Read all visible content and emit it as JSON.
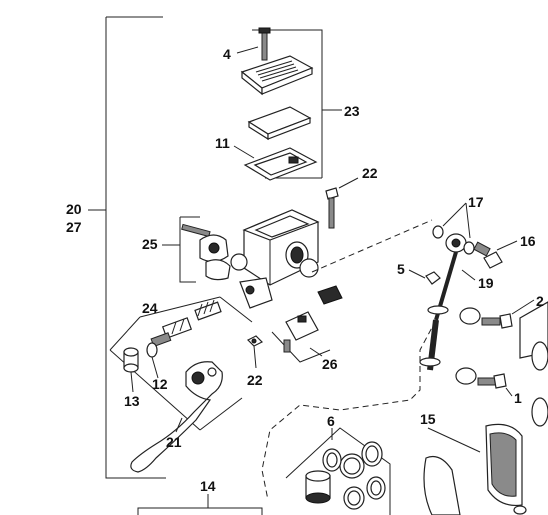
{
  "diagram": {
    "type": "exploded parts diagram",
    "title": "",
    "callouts": {
      "c4": "4",
      "c23": "23",
      "c11": "11",
      "c22a": "22",
      "c20": "20",
      "c27": "27",
      "c25": "25",
      "c17": "17",
      "c16": "16",
      "c5": "5",
      "c19": "19",
      "c2": "2",
      "c24": "24",
      "c26": "26",
      "c22b": "22",
      "c13": "13",
      "c12": "12",
      "c21": "21",
      "c1": "1",
      "c6": "6",
      "c15": "15",
      "c14": "14"
    },
    "icons": {
      "reservoir_cover": "cover-plate-icon",
      "master_cylinder": "master-cylinder-body-icon",
      "lever": "brake-lever-icon",
      "brake_line": "brake-line-icon",
      "caliper": "caliper-icon",
      "brake_pad": "brake-pad-icon"
    }
  }
}
